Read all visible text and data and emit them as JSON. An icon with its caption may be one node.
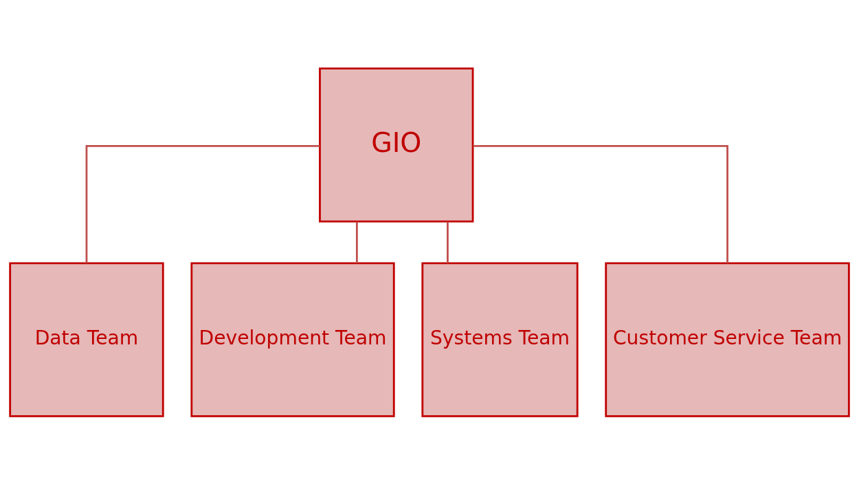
{
  "diagram": {
    "nodes": [
      {
        "text": [
          "GIO"
        ]
      },
      {
        "text": [
          "Data Team"
        ]
      },
      {
        "text": [
          "Development Team"
        ]
      },
      {
        "text": [
          "Systems Team"
        ]
      },
      {
        "text": [
          "Customer Service Team"
        ]
      }
    ],
    "edges": [
      {
        "from": 0,
        "to": 1,
        "arrow": "none"
      },
      {
        "from": 0,
        "to": 2,
        "arrow": "none"
      },
      {
        "from": 0,
        "to": 3,
        "arrow": "none"
      },
      {
        "from": 0,
        "to": 4,
        "arrow": "none"
      }
    ]
  }
}
